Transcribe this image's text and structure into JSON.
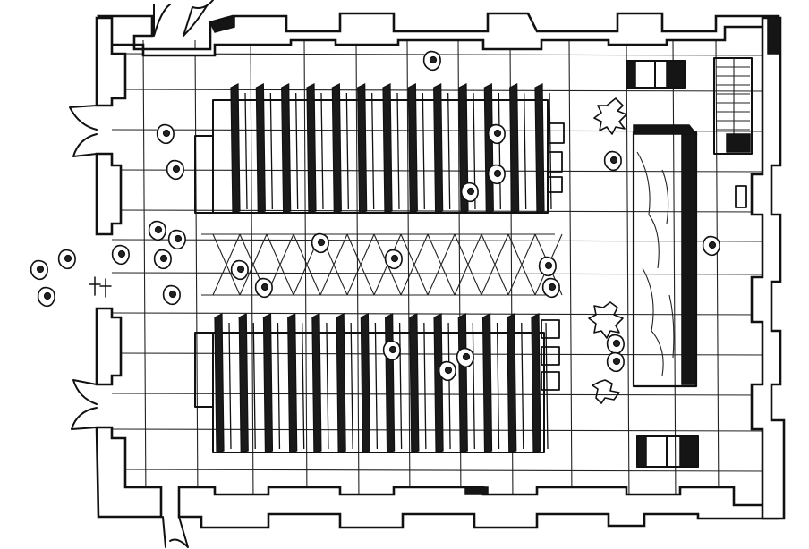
{
  "drawing": {
    "kind": "hand-sketched floor plan",
    "ink_color": "#111111",
    "paper_color": "#ffffff"
  },
  "pew_blocks": {
    "upper_count": 13,
    "lower_count": 14
  },
  "icons": [
    "door-swing-icon",
    "person-figure-icon",
    "plant-icon",
    "stair-icon"
  ]
}
